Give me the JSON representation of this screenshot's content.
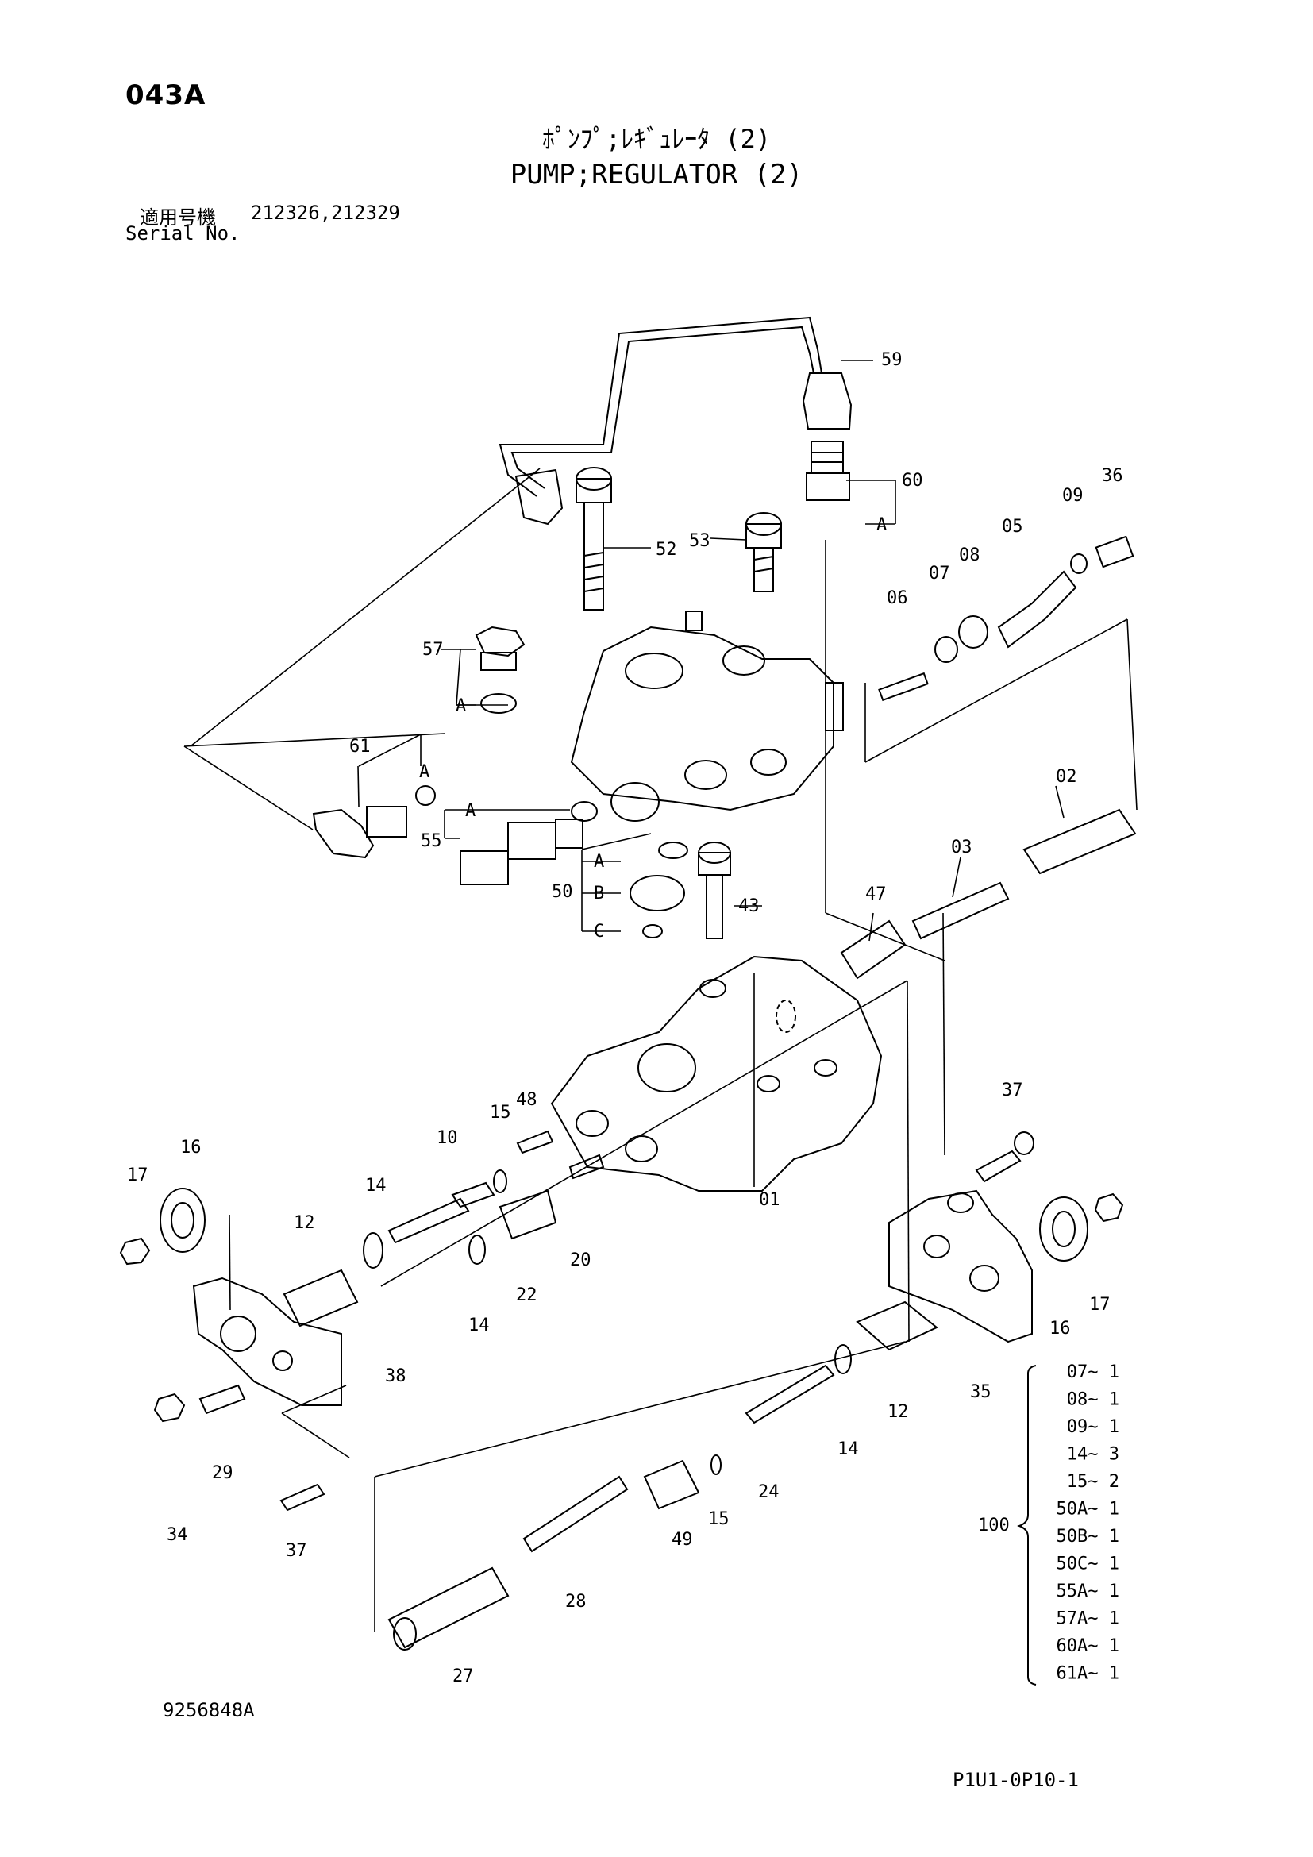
{
  "header": {
    "page_code": "043A",
    "title_jp": "ﾎﾟﾝﾌﾟ;ﾚｷﾞｭﾚｰﾀ (2)",
    "title_en": "PUMP;REGULATOR (2)",
    "serial_label_jp": "適用号機",
    "serial_numbers": "212326,212329",
    "serial_label_en": "Serial No."
  },
  "part_callouts": [
    "59",
    "60",
    "36",
    "09",
    "52",
    "53",
    "05",
    "08",
    "07",
    "06",
    "57",
    "61",
    "02",
    "55",
    "03",
    "50",
    "43",
    "47",
    "37",
    "48",
    "15",
    "10",
    "16",
    "17",
    "14",
    "12",
    "20",
    "01",
    "22",
    "14",
    "38",
    "29",
    "34",
    "37",
    "12",
    "14",
    "24",
    "15",
    "49",
    "28",
    "27",
    "16",
    "17",
    "35"
  ],
  "sub_labels": [
    "A",
    "A",
    "A",
    "A",
    "A",
    "B",
    "C",
    "A"
  ],
  "kit": {
    "number": "100",
    "items": [
      "07~ 1",
      "08~ 1",
      "09~ 1",
      "14~ 3",
      "15~ 2",
      "50A~ 1",
      "50B~ 1",
      "50C~ 1",
      "55A~ 1",
      "57A~ 1",
      "60A~ 1",
      "61A~ 1"
    ]
  },
  "footer": {
    "drawing_number": "9256848A",
    "page_ref": "P1U1-0P10-1"
  }
}
